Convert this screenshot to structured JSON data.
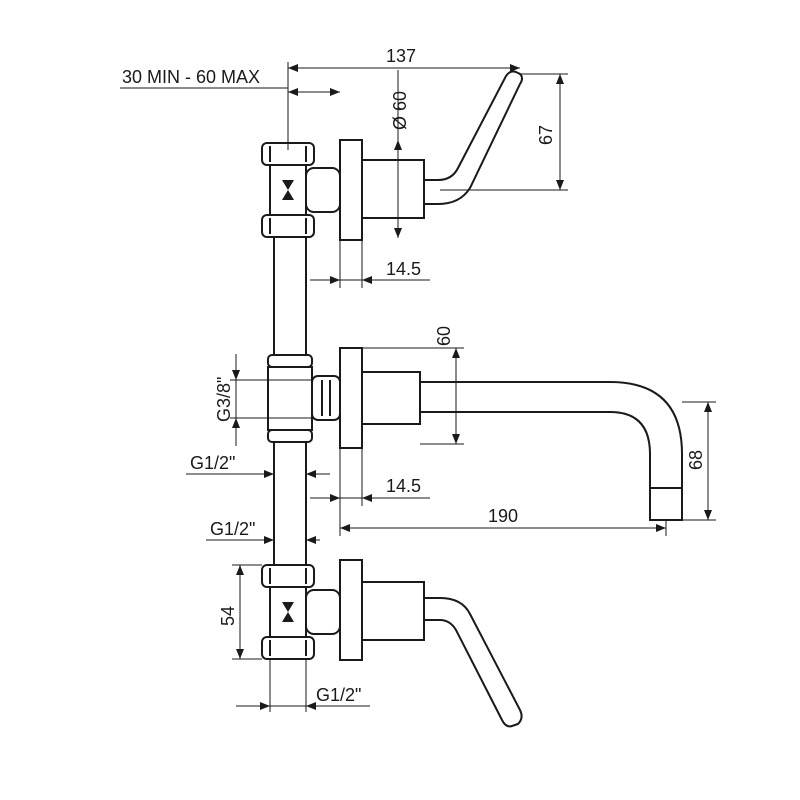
{
  "dimensions": {
    "wall_range": "30 MIN - 60 MAX",
    "total_width": "137",
    "rosette_diameter": "Ø 60",
    "lever_height": "67",
    "rosette_depth_top": "14.5",
    "spout_rosette_height": "60",
    "outlet_thread": "G3/8\"",
    "inlet_thread_upper": "G1/2\"",
    "rosette_depth_middle": "14.5",
    "spout_drop": "68",
    "spout_length": "190",
    "inlet_thread_lower": "G1/2\"",
    "valve_height": "54",
    "inlet_thread_bottom": "G1/2\""
  }
}
